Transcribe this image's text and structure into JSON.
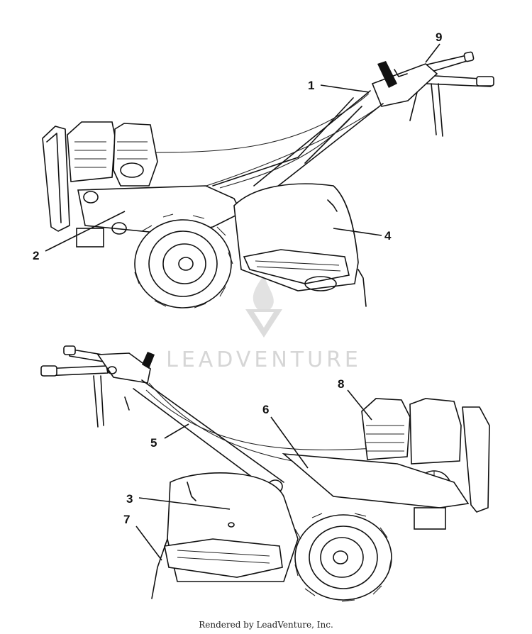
{
  "watermark": {
    "text": "LEADVENTURE"
  },
  "callouts": [
    {
      "id": "1",
      "label": "1"
    },
    {
      "id": "2",
      "label": "2"
    },
    {
      "id": "3",
      "label": "3"
    },
    {
      "id": "4",
      "label": "4"
    },
    {
      "id": "5",
      "label": "5"
    },
    {
      "id": "6",
      "label": "6"
    },
    {
      "id": "7",
      "label": "7"
    },
    {
      "id": "8",
      "label": "8"
    },
    {
      "id": "9",
      "label": "9"
    }
  ],
  "footer": {
    "credit": "Rendered by LeadVenture, Inc."
  }
}
